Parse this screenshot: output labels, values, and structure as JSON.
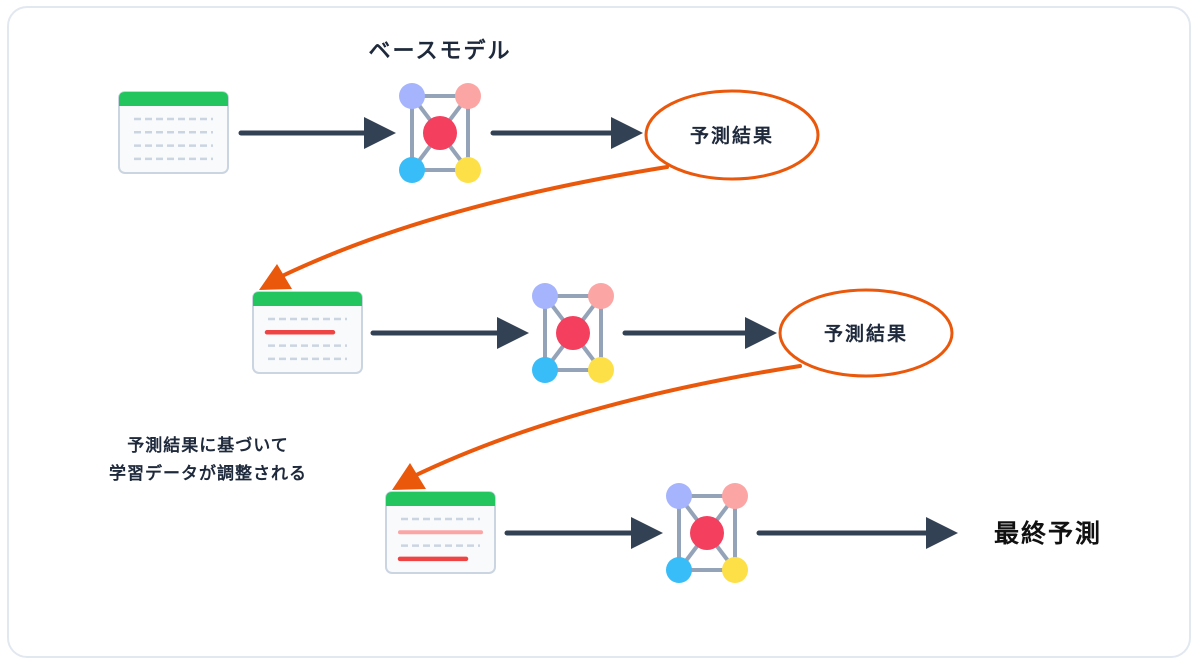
{
  "diagram": {
    "title": "ベースモデル",
    "prediction_label_1": "予測結果",
    "prediction_label_2": "予測結果",
    "note_line_1": "予測結果に基づいて",
    "note_line_2": "学習データが調整される",
    "final_label": "最終予測"
  },
  "colors": {
    "arrow": "#334155",
    "feedback": "#ea580c",
    "table_header": "#22c55e",
    "table_body": "#f8fafc",
    "table_border": "#cbd5e1",
    "dash": "#cbd5e1",
    "highlight_strong": "#ef4444",
    "highlight_soft": "#fca5a5",
    "node_top_left": "#a5b4fc",
    "node_top_right": "#fca5a5",
    "node_center": "#f43f5e",
    "node_bottom_left": "#38bdf8",
    "node_bottom_right": "#fde047",
    "edge": "#94a3b8"
  },
  "stages": [
    {
      "name": "stage-1",
      "table_rows": [
        "dash",
        "dash",
        "dash",
        "dash"
      ]
    },
    {
      "name": "stage-2",
      "table_rows": [
        "dash",
        "strong-short",
        "dash",
        "dash"
      ]
    },
    {
      "name": "stage-3",
      "table_rows": [
        "dash",
        "soft-full",
        "dash",
        "strong-short"
      ]
    }
  ]
}
